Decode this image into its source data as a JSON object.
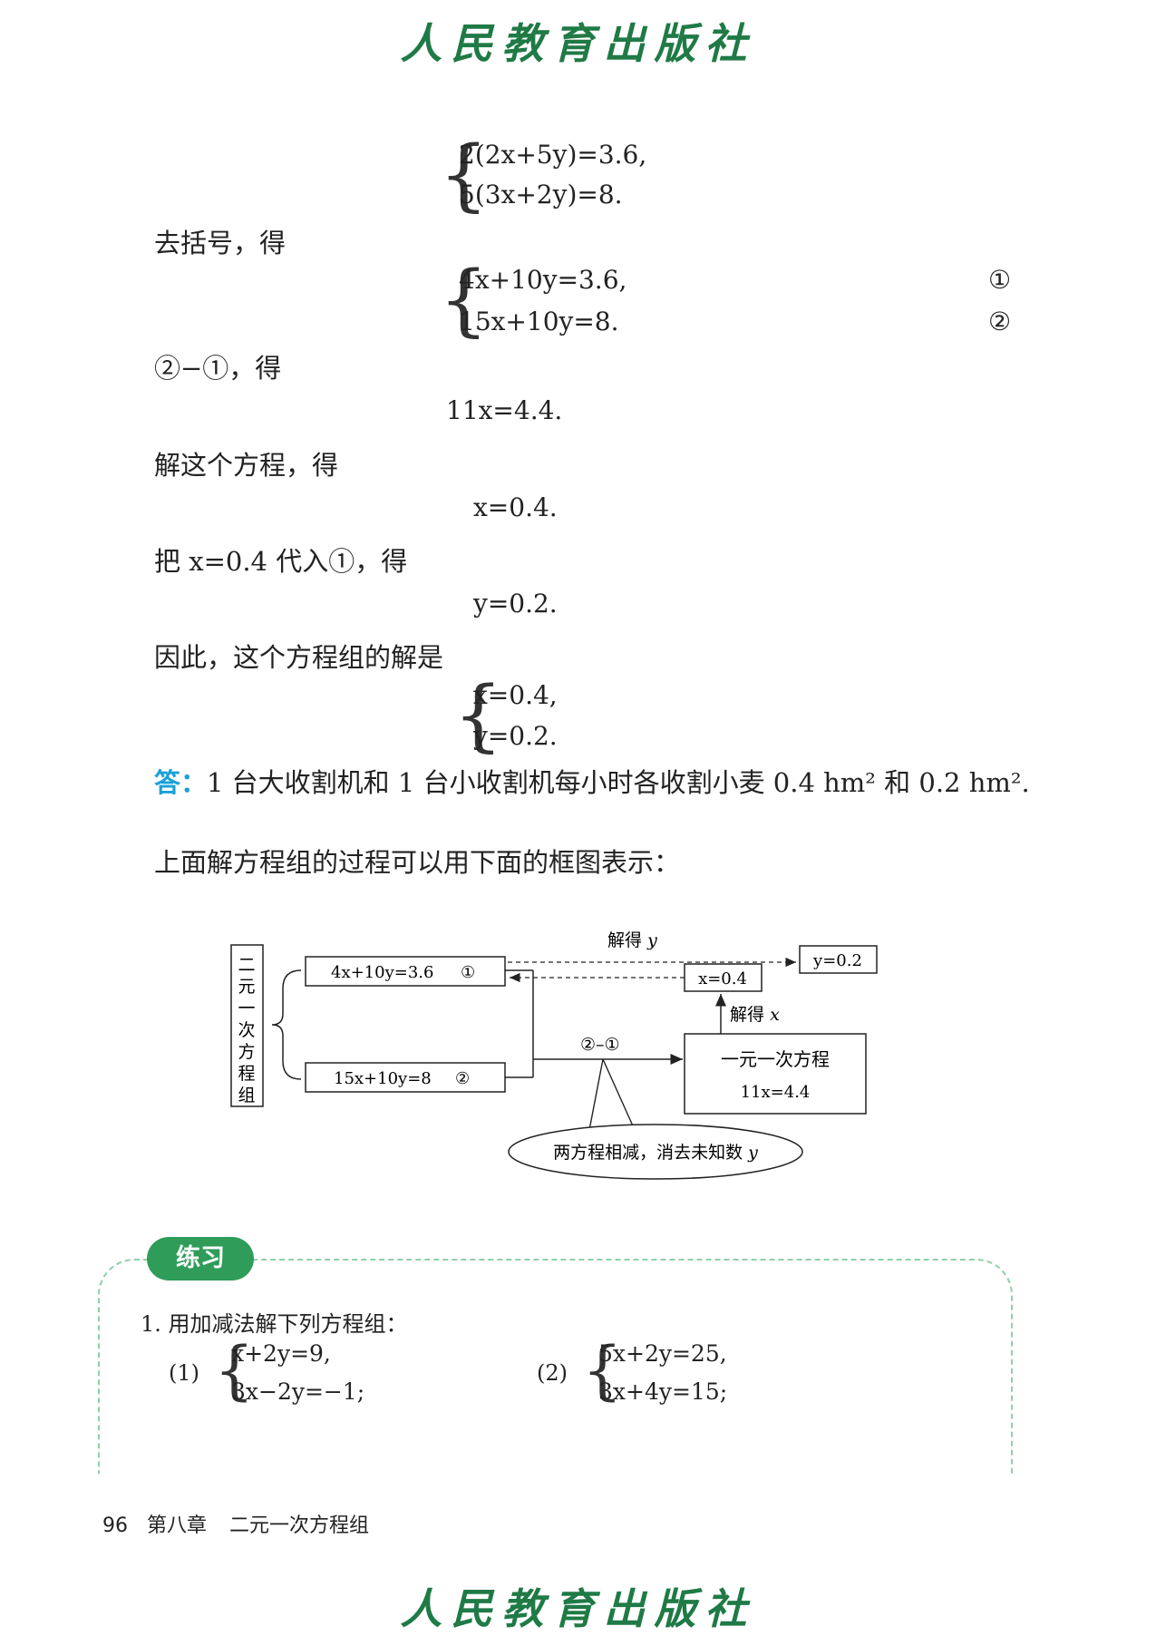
{
  "publisher_logo": "人民教育出版社",
  "system_start": {
    "line1": "2(2x+5y)=3.6,",
    "line2": "5(3x+2y)=8."
  },
  "step_remove_parentheses": "去括号，得",
  "system_expanded": {
    "line1": "4x+10y=3.6,",
    "line2": "15x+10y=8.",
    "mark1": "①",
    "mark2": "②"
  },
  "step_subtract": "②−①，得",
  "eq_11x": "11x=4.4.",
  "step_solve": "解这个方程，得",
  "eq_x": "x=0.4.",
  "step_substitute": "把 x=0.4 代入①，得",
  "eq_y": "y=0.2.",
  "step_therefore": "因此，这个方程组的解是",
  "solution": {
    "line1": "x=0.4,",
    "line2": "y=0.2."
  },
  "answer": {
    "label": "答：",
    "text": "1 台大收割机和 1 台小收割机每小时各收割小麦 0.4 hm² 和 0.2 hm²."
  },
  "diagram_intro": "上面解方程组的过程可以用下面的框图表示：",
  "diagram": {
    "side_label": "二元一次方程组",
    "eq1": "4x+10y=3.6",
    "eq1_mark": "①",
    "eq2": "15x+10y=8",
    "eq2_mark": "②",
    "subtract_label": "②–①",
    "solve_y_label": "解得",
    "solve_y_var": "y",
    "y_result": "y=0.2",
    "x_result": "x=0.4",
    "solve_x_label": "解得",
    "solve_x_var": "x",
    "one_var_title": "一元一次方程",
    "one_var_eq": "11x=4.4",
    "callout": "两方程相减，消去未知数",
    "callout_var": "y"
  },
  "practice": {
    "tag": "练习",
    "q1": "1. 用加减法解下列方程组：",
    "p1_label": "(1)",
    "p1_line1": "x+2y=9,",
    "p1_line2": "3x−2y=−1;",
    "p2_label": "(2)",
    "p2_line1": "5x+2y=25,",
    "p2_line2": "3x+4y=15;"
  },
  "footer": {
    "page": "96",
    "chapter": "第八章",
    "title": "二元一次方程组"
  },
  "colors": {
    "logo": "#1f7a46",
    "answer_label": "#1aa0d8",
    "practice_tag": "#2f9c5a",
    "practice_border": "#8fd0a8"
  }
}
